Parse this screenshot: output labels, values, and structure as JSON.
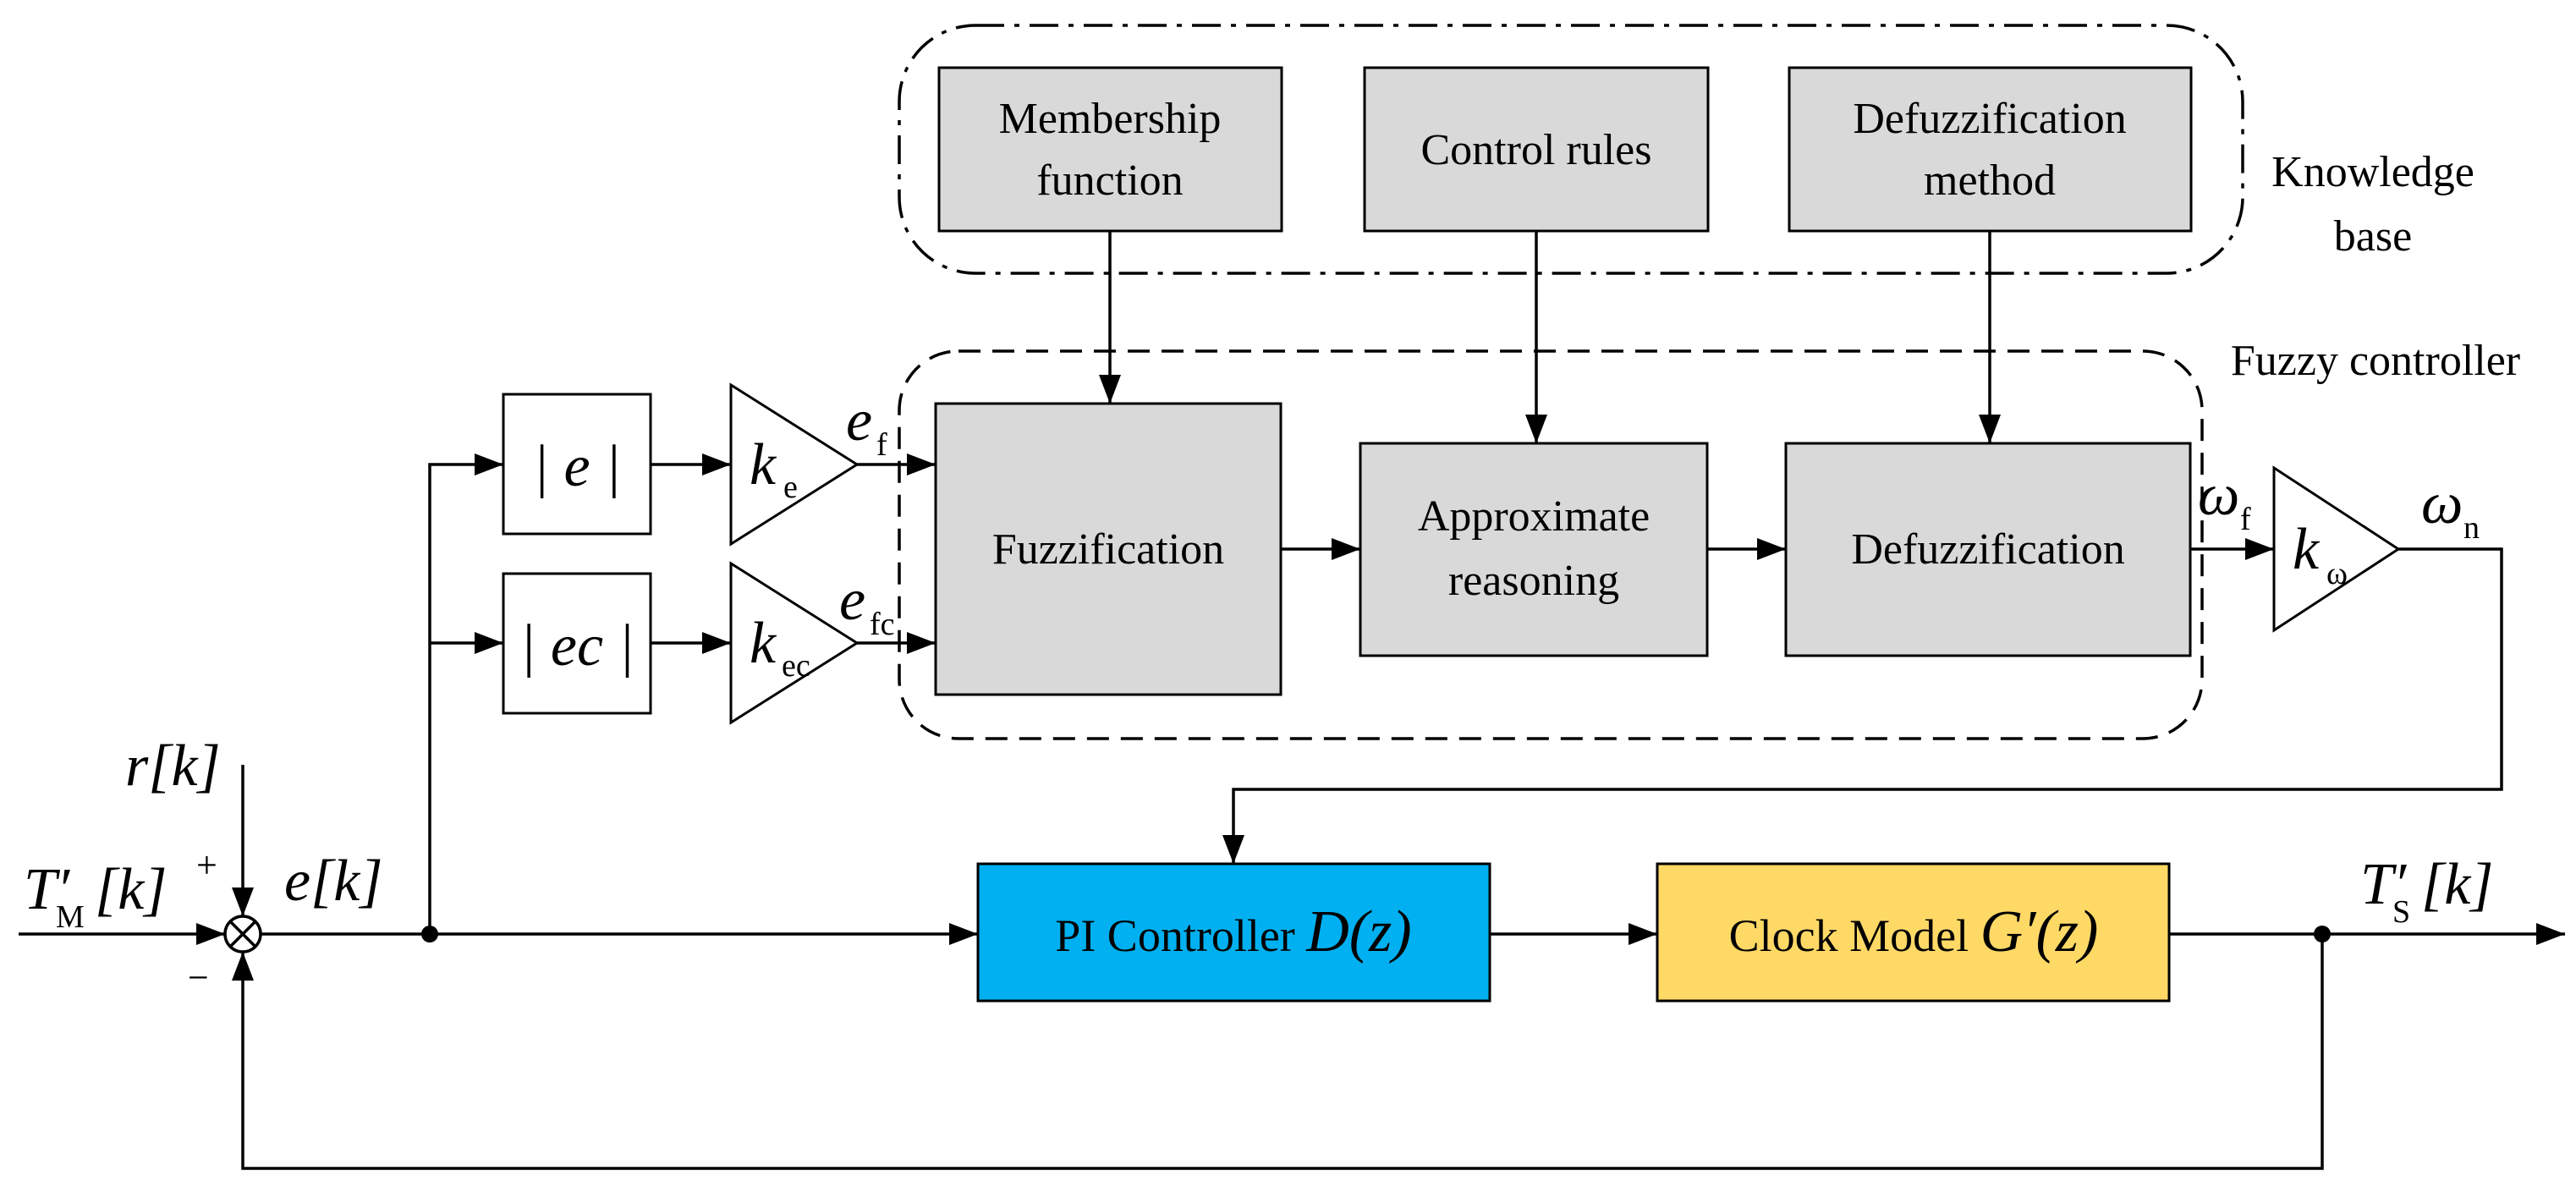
{
  "knowledge_base": {
    "label_line1": "Knowledge",
    "label_line2": "base",
    "membership_line1": "Membership",
    "membership_line2": "function",
    "control_rules": "Control rules",
    "defuzz_method_line1": "Defuzzification",
    "defuzz_method_line2": "method"
  },
  "fuzzy_controller": {
    "label": "Fuzzy controller",
    "fuzzification": "Fuzzification",
    "approx_line1": "Approximate",
    "approx_line2": "reasoning",
    "defuzzification": "Defuzzification"
  },
  "preprocessing": {
    "abs_e": "| e |",
    "abs_ec": "| ec |",
    "gain_e": "k",
    "gain_e_sub": "e",
    "gain_ec": "k",
    "gain_ec_sub": "ec",
    "signal_ef": "e",
    "signal_ef_sub": "f",
    "signal_efc": "e",
    "signal_efc_sub": "fc"
  },
  "output_gain": {
    "omega_f": "ω",
    "omega_f_sub": "f",
    "gain": "k",
    "gain_sub": "ω",
    "omega_n": "ω",
    "omega_n_sub": "n"
  },
  "main_loop": {
    "pi_controller_text": "PI Controller ",
    "pi_controller_math": "D(z)",
    "clock_model_text": "Clock Model ",
    "clock_model_math": "G′(z)",
    "reference": "r[k]",
    "input_main": "T′",
    "input_sub": "M",
    "input_index": "[k]",
    "error": "e[k]",
    "output_main": "T′",
    "output_sub": "S",
    "output_index": "[k]",
    "plus_sign": "+",
    "minus_sign": "−"
  },
  "colors": {
    "pi_controller": "#00b0f0",
    "clock_model": "#ffd966",
    "fuzzy_block": "#d9d9d9"
  }
}
